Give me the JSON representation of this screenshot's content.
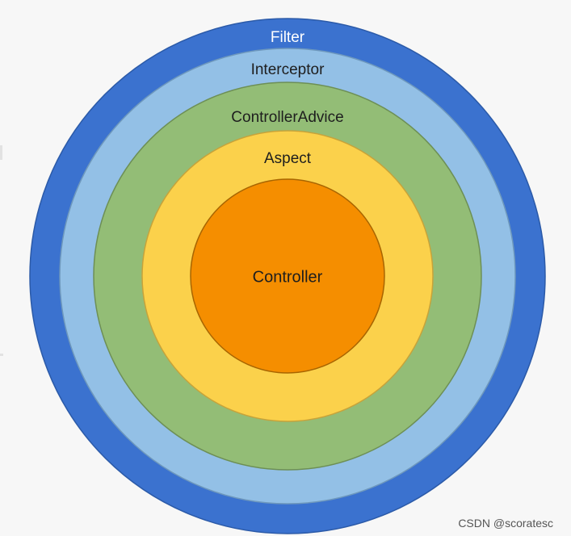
{
  "diagram": {
    "rings": [
      {
        "label": "Filter",
        "color": "#3b72cf",
        "stroke": "#2b5aa8",
        "text_color": "#ffffff"
      },
      {
        "label": "Interceptor",
        "color": "#93c0e6",
        "stroke": "#6e98bd",
        "text_color": "#1e1e1e"
      },
      {
        "label": "ControllerAdvice",
        "color": "#93bd76",
        "stroke": "#6d8f55",
        "text_color": "#1e1e1e"
      },
      {
        "label": "Aspect",
        "color": "#fbd14b",
        "stroke": "#c7a33a",
        "text_color": "#1e1e1e"
      }
    ],
    "core": {
      "label": "Controller",
      "color": "#f58e00",
      "stroke": "#a86500",
      "text_color": "#1e1e1e"
    }
  },
  "watermark": "CSDN @scoratesc"
}
